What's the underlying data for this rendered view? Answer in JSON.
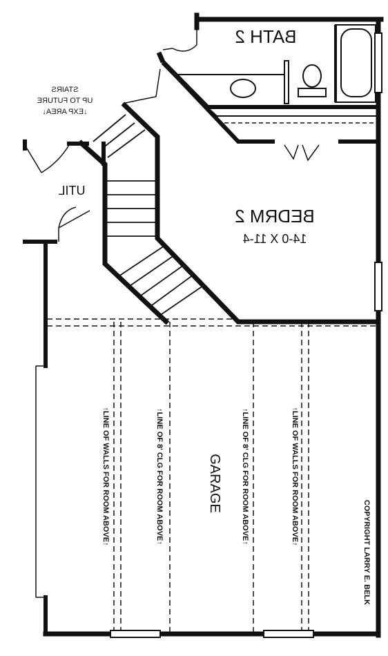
{
  "rooms": {
    "bath": "BATH 2",
    "bedroom": "BEDRM 2",
    "bedroom_size": "14-0 X 11-4",
    "util": "UTIL",
    "garage": "GARAGE"
  },
  "stairs": {
    "line1": "STAIRS",
    "line2": "UP TO FUTURE",
    "line3": "↓EXP AREA↓"
  },
  "notes": {
    "walls_left": "↑LINE OF WALLS FOR ROOM ABOVE↑",
    "clg_left": "↑LINE OF 8' CLG FOR ROOM ABOVE↑",
    "clg_right": "↑LINE OF 8' CLG FOR ROOM ABOVE↑",
    "walls_right": "↑LINE OF WALLS FOR ROOM ABOVE↑",
    "copyright": "COPYRIGHT LARRY E. BELK"
  },
  "colors": {
    "ink": "#111111",
    "paper": "#ffffff"
  }
}
